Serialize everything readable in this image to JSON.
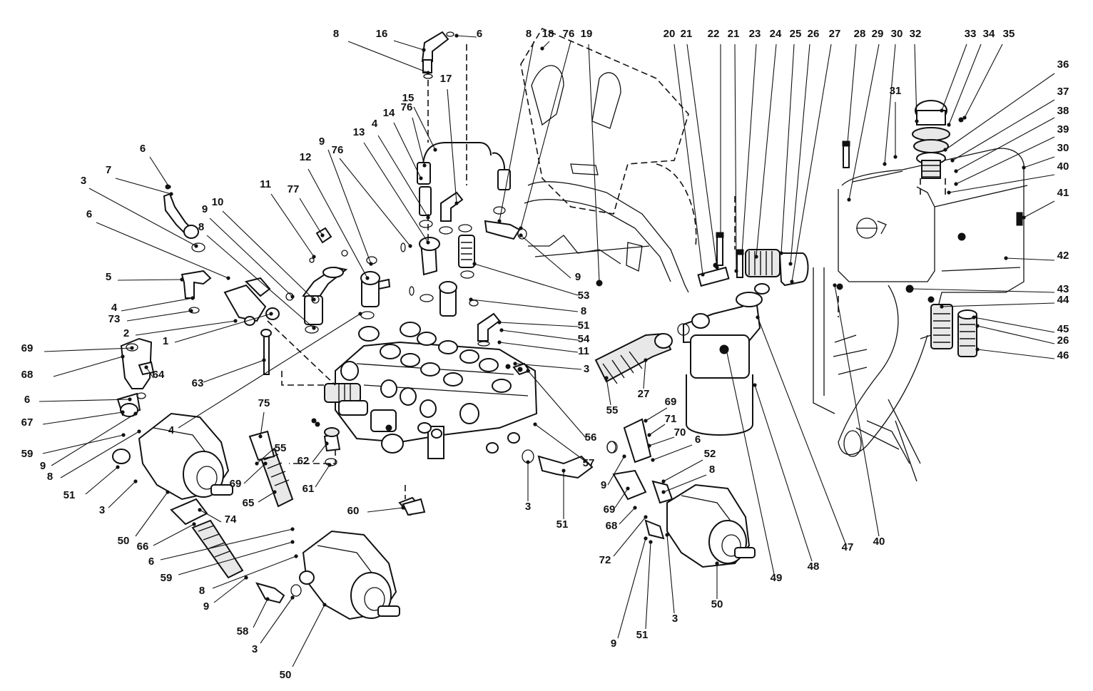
{
  "diagram": {
    "title": "",
    "callout_labels": [
      "1",
      "2",
      "3",
      "4",
      "5",
      "6",
      "7",
      "8",
      "9",
      "10",
      "11",
      "12",
      "13",
      "14",
      "15",
      "16",
      "17",
      "18",
      "19",
      "20",
      "21",
      "22",
      "23",
      "24",
      "25",
      "26",
      "27",
      "28",
      "29",
      "30",
      "31",
      "32",
      "33",
      "34",
      "35",
      "36",
      "37",
      "38",
      "39",
      "40",
      "41",
      "42",
      "43",
      "44",
      "45",
      "46",
      "47",
      "48",
      "49",
      "50",
      "51",
      "52",
      "53",
      "54",
      "55",
      "56",
      "57",
      "58",
      "59",
      "60",
      "61",
      "62",
      "63",
      "64",
      "65",
      "66",
      "67",
      "68",
      "69",
      "70",
      "71",
      "72",
      "73",
      "74",
      "75",
      "76",
      "77"
    ],
    "components": [
      "control-valve",
      "hydraulic-pump",
      "hydraulic-filter",
      "hydraulic-tank",
      "breather-cap",
      "hoses",
      "fittings",
      "frame"
    ]
  }
}
